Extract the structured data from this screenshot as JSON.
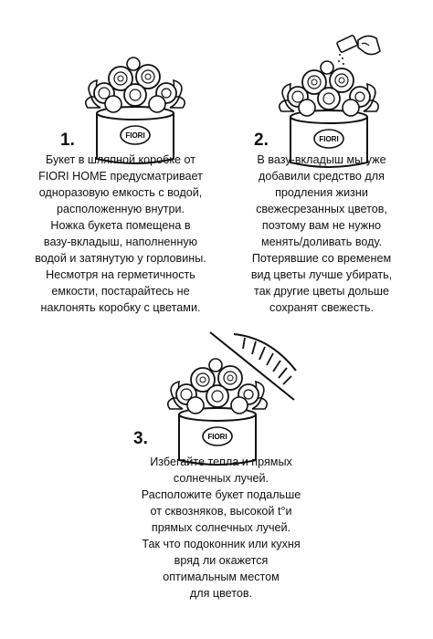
{
  "steps": [
    {
      "number": "1.",
      "logo": "FIORI",
      "lines": [
        "Букет в шляпной коробке от",
        "FIORI HOME предусматривает",
        "одноразовую емкость с водой,",
        "расположенную внутри.",
        "Ножка букета помещена в",
        "вазу-вкладыш, наполненную",
        "водой и затянутую у горловины.",
        "Несмотря на герметичность",
        "емкости, постарайтесь не",
        "наклонять коробку с цветами."
      ]
    },
    {
      "number": "2.",
      "logo": "FIORI",
      "lines": [
        "В вазу-вкладыш мы уже",
        "добавили средство для",
        "продления жизни",
        "свежесрезанных цветов,",
        "поэтому вам не нужно",
        "менять/доливать воду.",
        "Потерявшие со временем",
        "вид цветы лучше убирать,",
        "так другие цветы дольше",
        "сохранят свежесть."
      ]
    },
    {
      "number": "3.",
      "logo": "FIORI",
      "lines": [
        "Избегайте тепла и прямых",
        "солнечных лучей.",
        "Расположите букет подальше",
        "от сквозняков, высокой t°и",
        "прямых солнечных лучей.",
        "Так что подоконник или кухня",
        "вряд ли окажется",
        "оптимальным местом",
        "для цветов."
      ]
    }
  ]
}
